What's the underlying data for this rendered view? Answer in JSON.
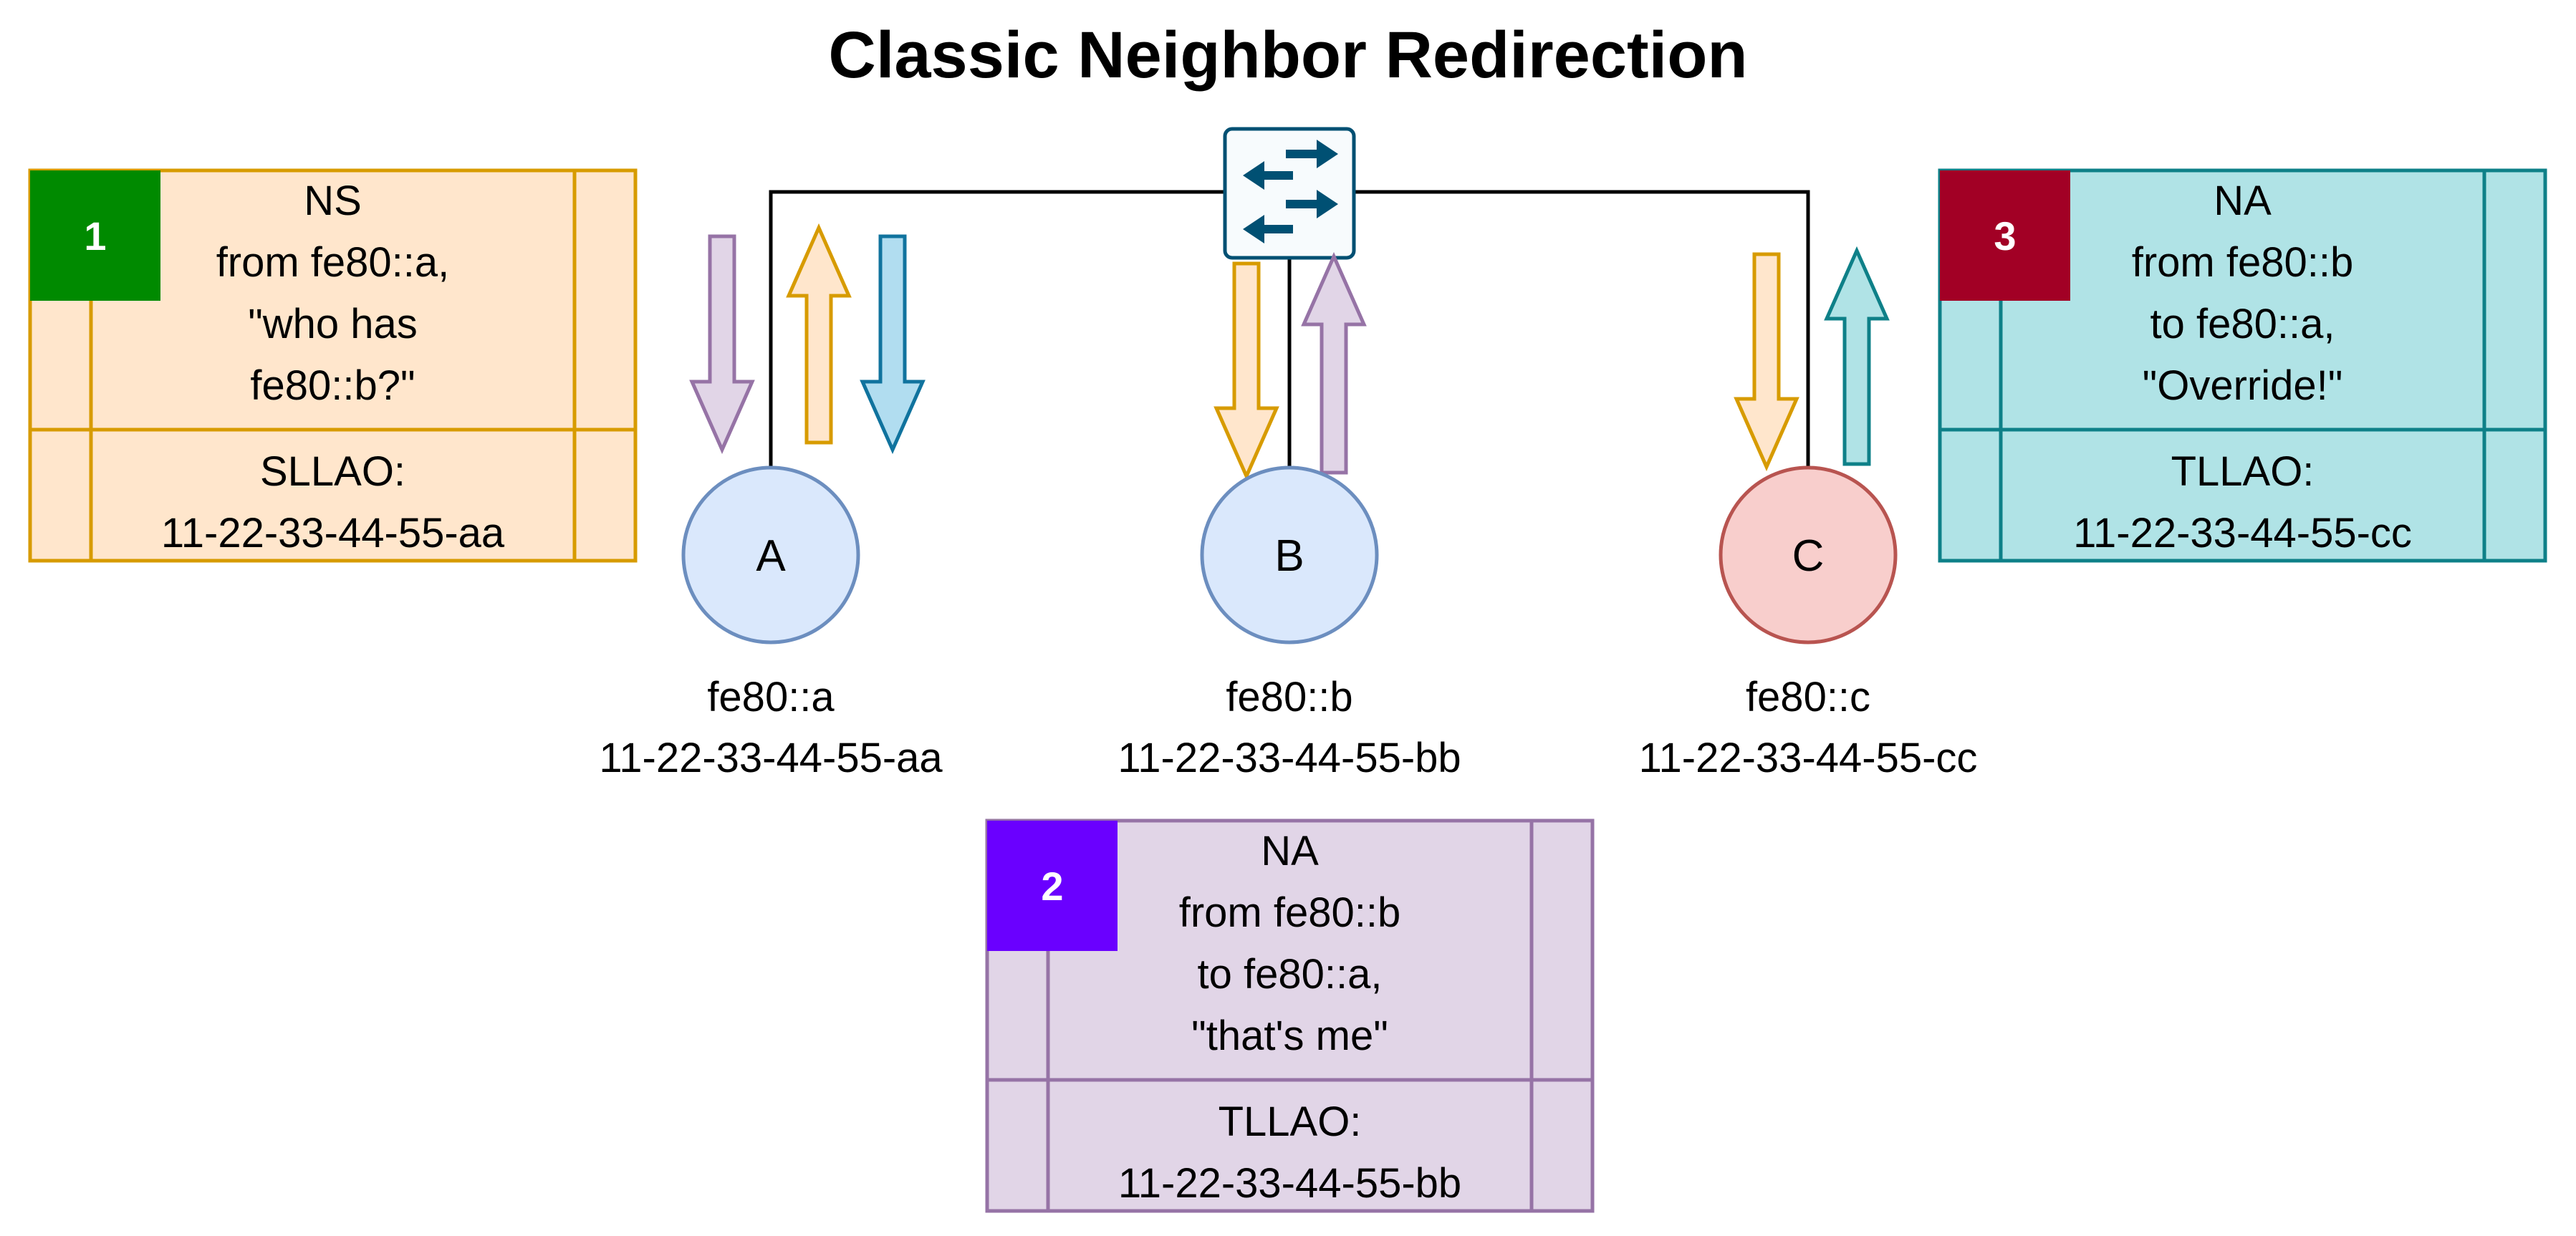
{
  "title": "Classic Neighbor Redirection",
  "colors": {
    "ns_fill": "#ffe6cc",
    "ns_stroke": "#d79b00",
    "na2_fill": "#e1d5e7",
    "na2_stroke": "#9673a6",
    "na3_fill": "#b0e3e6",
    "na3_stroke": "#0e8088",
    "badge1": "#008a00",
    "badge2": "#6a00ff",
    "badge3": "#a20025",
    "node_blue_fill": "#dae8fc",
    "node_blue_stroke": "#6c8ebf",
    "node_red_fill": "#f8cecc",
    "node_red_stroke": "#b85450",
    "arrow_purple": "#9673a6",
    "arrow_orange": "#d79b00",
    "arrow_blue": "#10739e",
    "arrow_teal": "#0e8088",
    "switch_icon": "#005073"
  },
  "switch": {
    "icon": "switch-icon"
  },
  "nodes": [
    {
      "id": "A",
      "label": "A",
      "ip": "fe80::a",
      "mac": "11-22-33-44-55-aa",
      "kind": "blue"
    },
    {
      "id": "B",
      "label": "B",
      "ip": "fe80::b",
      "mac": "11-22-33-44-55-bb",
      "kind": "blue"
    },
    {
      "id": "C",
      "label": "C",
      "ip": "fe80::c",
      "mac": "11-22-33-44-55-cc",
      "kind": "red"
    }
  ],
  "messages": [
    {
      "badge": "1",
      "top_lines": [
        "NS",
        "from fe80::a,",
        "\"who has",
        "fe80::b?\""
      ],
      "bottom_lines": [
        "SLLAO:",
        "11-22-33-44-55-aa"
      ],
      "style": "ns"
    },
    {
      "badge": "2",
      "top_lines": [
        "NA",
        "from fe80::b",
        "to fe80::a,",
        "\"that's me\""
      ],
      "bottom_lines": [
        "TLLAO:",
        "11-22-33-44-55-bb"
      ],
      "style": "na2"
    },
    {
      "badge": "3",
      "top_lines": [
        "NA",
        "from fe80::b",
        "to fe80::a,",
        "\"Override!\""
      ],
      "bottom_lines": [
        "TLLAO:",
        "11-22-33-44-55-cc"
      ],
      "style": "na3"
    }
  ],
  "arrows": [
    {
      "node": "A",
      "dir": "down",
      "color": "arrow_purple"
    },
    {
      "node": "A",
      "dir": "up",
      "color": "arrow_orange"
    },
    {
      "node": "A",
      "dir": "down",
      "color": "arrow_blue"
    },
    {
      "node": "B",
      "dir": "down",
      "color": "arrow_orange"
    },
    {
      "node": "B",
      "dir": "up",
      "color": "arrow_purple"
    },
    {
      "node": "C",
      "dir": "down",
      "color": "arrow_orange"
    },
    {
      "node": "C",
      "dir": "up",
      "color": "arrow_teal"
    }
  ]
}
